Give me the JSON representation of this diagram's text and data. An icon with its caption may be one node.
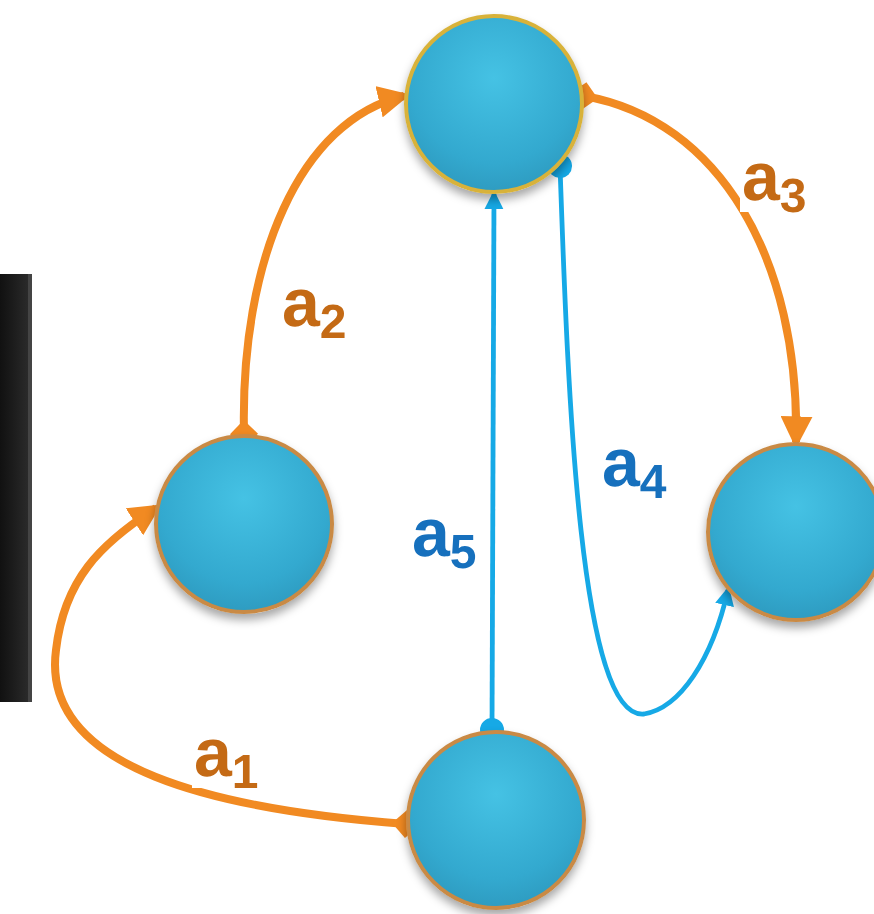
{
  "diagram": {
    "nodes": [
      {
        "text": [],
        "shape": "circle"
      },
      {
        "text": [],
        "shape": "circle"
      },
      {
        "text": [],
        "shape": "circle"
      },
      {
        "text": [],
        "shape": "circle"
      }
    ],
    "edges": [
      {
        "from": 3,
        "to": 1,
        "arrow": "to",
        "label": "a$_{1}$"
      },
      {
        "from": 1,
        "to": 0,
        "arrow": "to",
        "label": "a$_{2}$"
      },
      {
        "from": 0,
        "to": 2,
        "arrow": "to",
        "label": "a$_{3}$"
      },
      {
        "from": 0,
        "to": 2,
        "arrow": "to",
        "label": "a$_{4}$",
        "color": "#16a9e6"
      },
      {
        "from": 3,
        "to": 0,
        "arrow": "to",
        "label": "a$_{5}$",
        "color": "#16a9e6"
      }
    ]
  }
}
